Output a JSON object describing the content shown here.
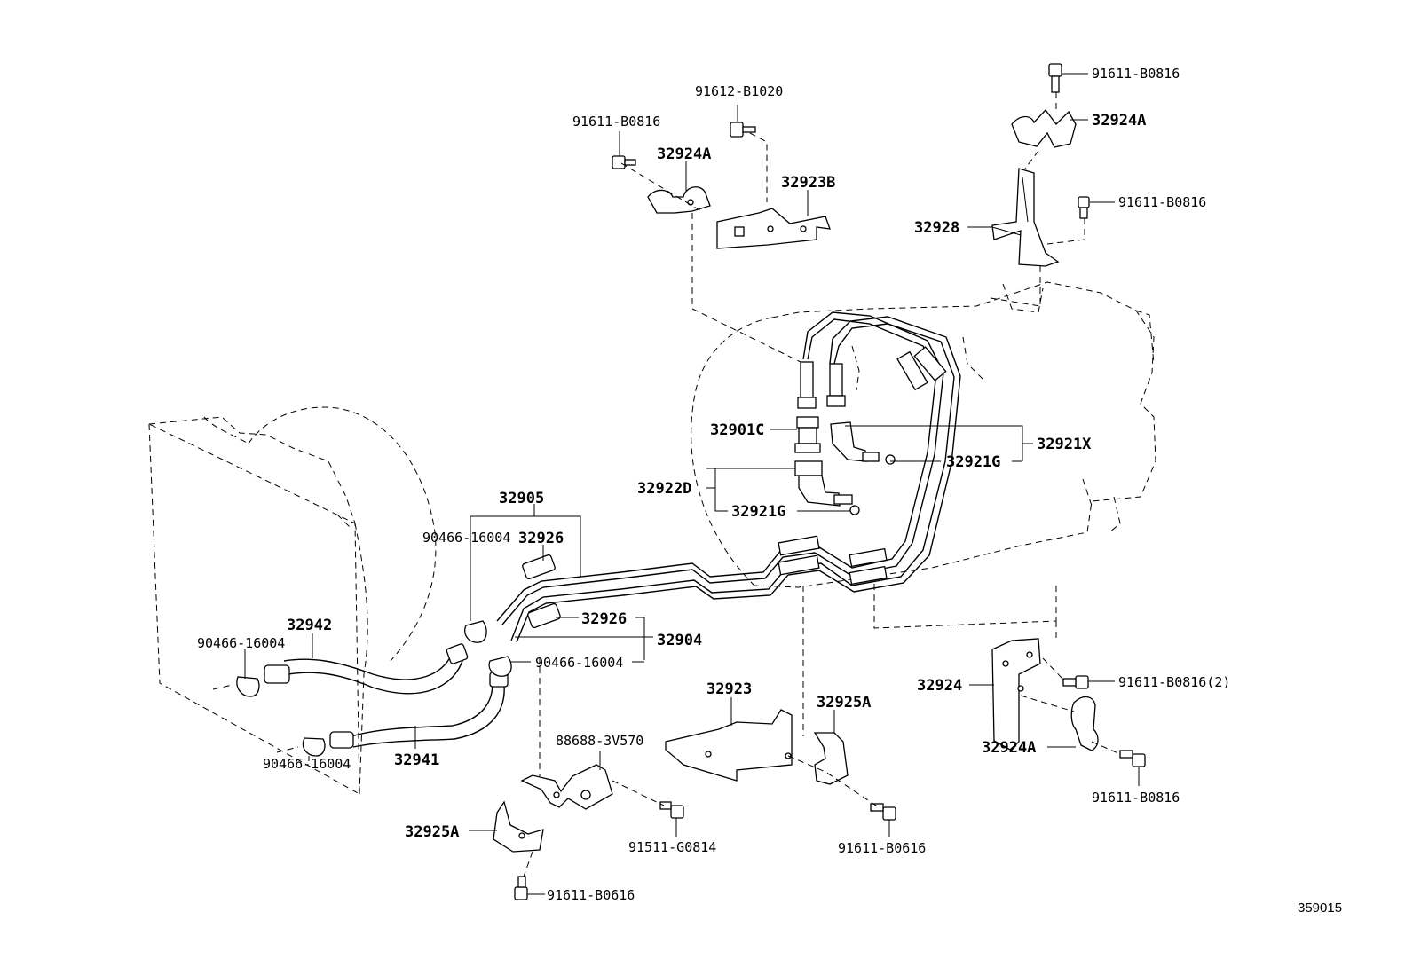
{
  "labels": {
    "p91612_B1020": "91612-B1020",
    "p91611_B0816_tl": "91611-B0816",
    "p32924A_tl": "32924A",
    "p32923B": "32923B",
    "p91611_B0816_tr": "91611-B0816",
    "p32924A_tr": "32924A",
    "p91611_B0816_r": "91611-B0816",
    "p32928": "32928",
    "p32901C": "32901C",
    "p32921X": "32921X",
    "p32921G_r": "32921G",
    "p32922D": "32922D",
    "p32921G_l": "32921G",
    "p32905": "32905",
    "p90466_16004_top": "90466-16004",
    "p32926_top": "32926",
    "p32942": "32942",
    "p90466_16004_left": "90466-16004",
    "p32926_mid": "32926",
    "p32904": "32904",
    "p90466_16004_mid": "90466-16004",
    "p90466_16004_bot": "90466-16004",
    "p32941": "32941",
    "p88688_3V570": "88688-3V570",
    "p32923": "32923",
    "p32925A_mid": "32925A",
    "p32925A_left": "32925A",
    "p91511_G0814": "91511-G0814",
    "p91611_B0616_mid": "91611-B0616",
    "p91611_B0616_bot": "91611-B0616",
    "p32924": "32924",
    "p91611_B0816_2": "91611-B0816(2)",
    "p32924A_br": "32924A",
    "p91611_B0816_br": "91611-B0816",
    "ref_number": "359015"
  }
}
